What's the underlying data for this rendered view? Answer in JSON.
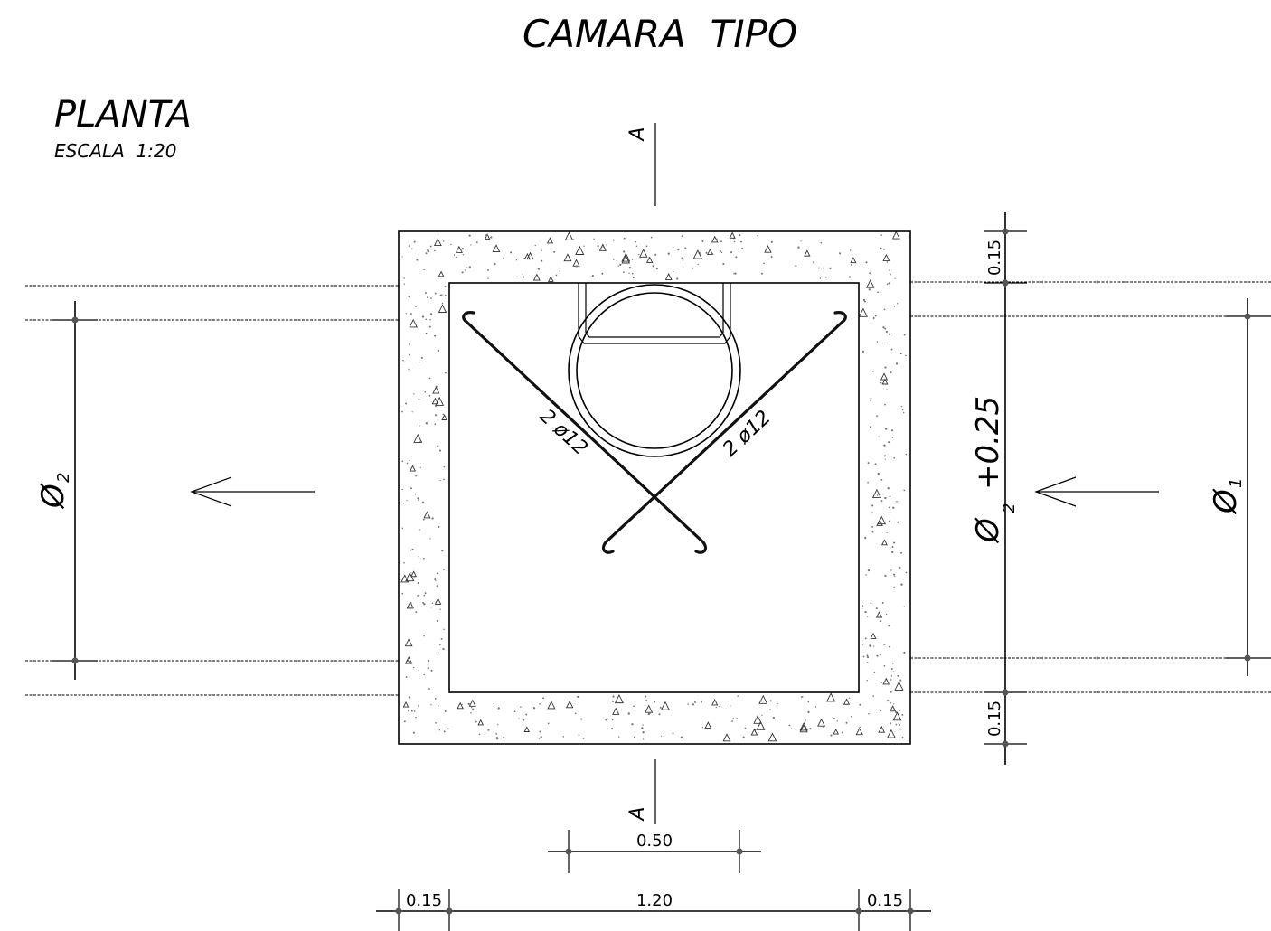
{
  "title": "CAMARA  TIPO",
  "view": {
    "name": "PLANTA",
    "scale": "ESCALA  1:20"
  },
  "section_marks": {
    "top": "A",
    "bottom": "A"
  },
  "rebar_labels": {
    "left_bar": "2 ø12",
    "right_bar": "2 ø12"
  },
  "pipe_labels": {
    "outlet_diameter": "Ø",
    "outlet_subscript": "2",
    "inlet_diameter": "Ø",
    "inlet_subscript": "1",
    "chamber_height_symbol": "Ø",
    "chamber_height_subscript": "2",
    "chamber_height_offset": "+0.25"
  },
  "dimensions": {
    "right_top_wall": "0.15",
    "right_bottom_wall": "0.15",
    "opening_width": "0.50",
    "bottom_left_wall": "0.15",
    "bottom_inner_width": "1.20",
    "bottom_right_wall": "0.15"
  },
  "colors": {
    "line": "#000000",
    "background": "#ffffff",
    "speckle": "#777777"
  }
}
